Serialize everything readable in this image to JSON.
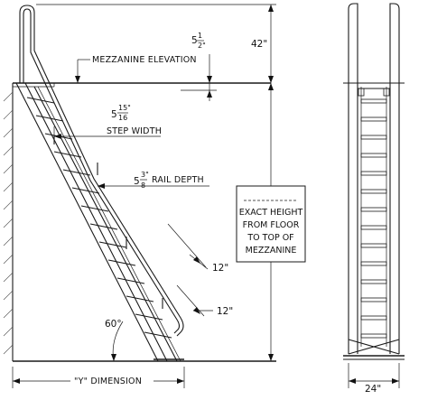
{
  "labels": {
    "mezzanine_elevation": "MEZZANINE ELEVATION",
    "step_width": "STEP WIDTH",
    "rail_depth": "RAIL DEPTH",
    "y_dimension": "\"Y\" DIMENSION",
    "angle": "60°",
    "height_box": [
      "EXACT HEIGHT",
      "FROM FLOOR",
      "TO TOP OF",
      "MEZZANINE"
    ]
  },
  "dimensions": {
    "handrail_height": "42\"",
    "platform_whole": "5",
    "platform_num": "1",
    "platform_den": "2\"",
    "step_whole": "5",
    "step_num": "15\"",
    "step_den": "16",
    "rail_whole": "5",
    "rail_num": "3\"",
    "rail_den": "8",
    "upper_tread": "12\"",
    "lower_tread": "12\"",
    "overall_width": "24\""
  }
}
